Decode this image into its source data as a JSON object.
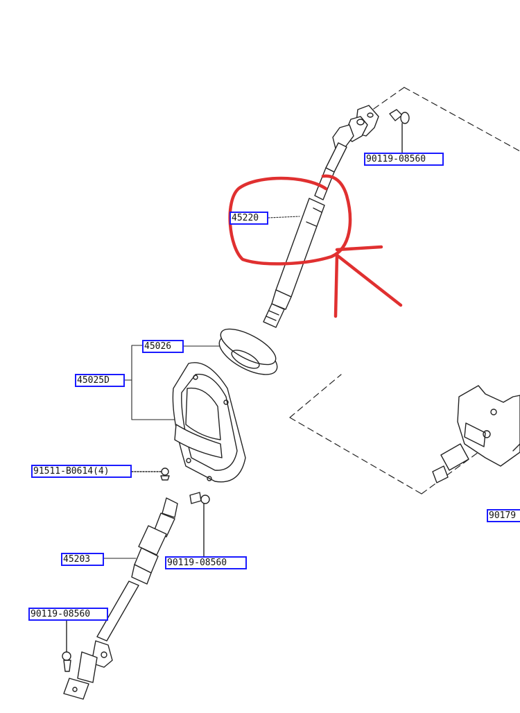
{
  "diagram": {
    "labels": {
      "shaft_bolt_top": "90119-08560",
      "intermediate_shaft": "45220",
      "dust_seal": "45026",
      "hole_cover": "45025D",
      "clip": "91511-B0614(4)",
      "lower_shaft": "45203",
      "shaft_bolt_mid": "90119-08560",
      "shaft_bolt_bottom": "90119-08560",
      "column_bolt": "90179"
    }
  }
}
